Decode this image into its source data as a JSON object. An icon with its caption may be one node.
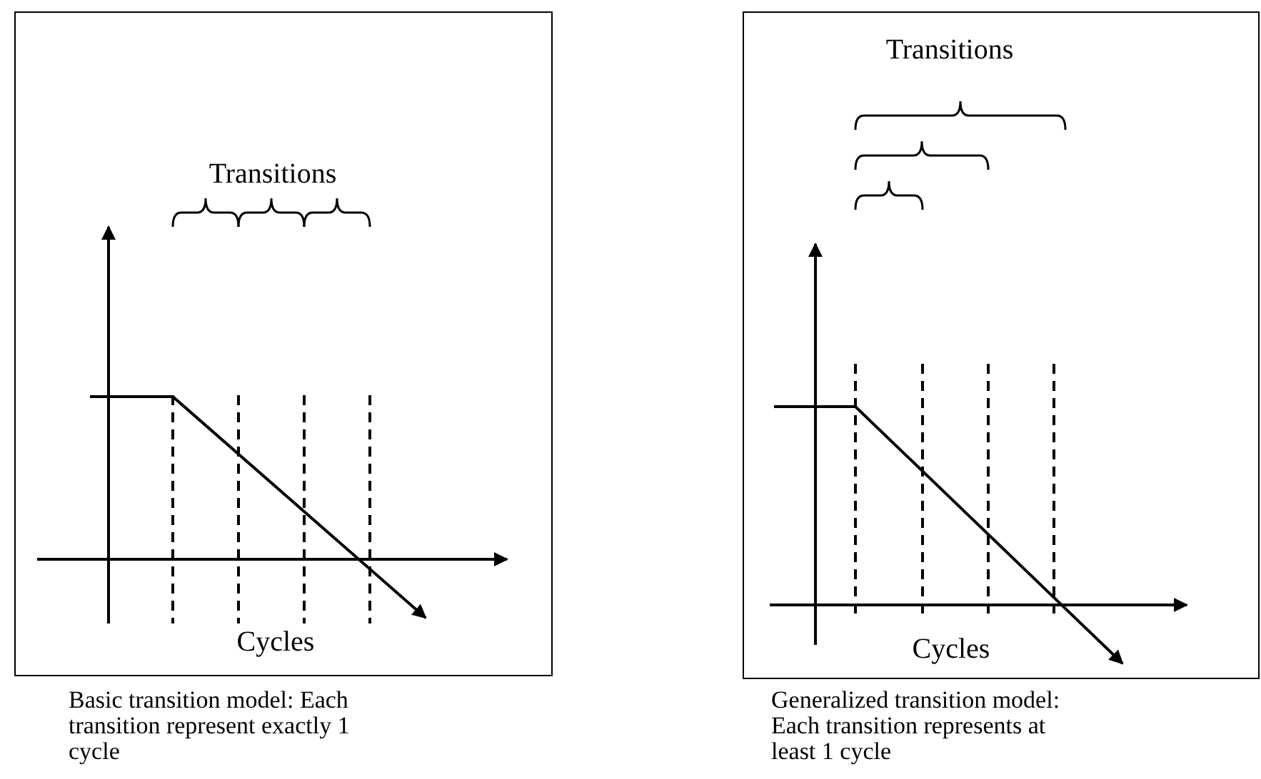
{
  "diagram": {
    "nodes": [
      {
        "text": [
          "Transitions",
          "Cycles"
        ],
        "beside": [
          "Basic transition model: Each transition represent exactly 1 cycle"
        ]
      },
      {
        "text": [
          "Transitions",
          "Cycles"
        ],
        "beside": [
          "Generalized transition model: Each transition represents at least 1 cycle"
        ]
      }
    ],
    "edges": []
  }
}
